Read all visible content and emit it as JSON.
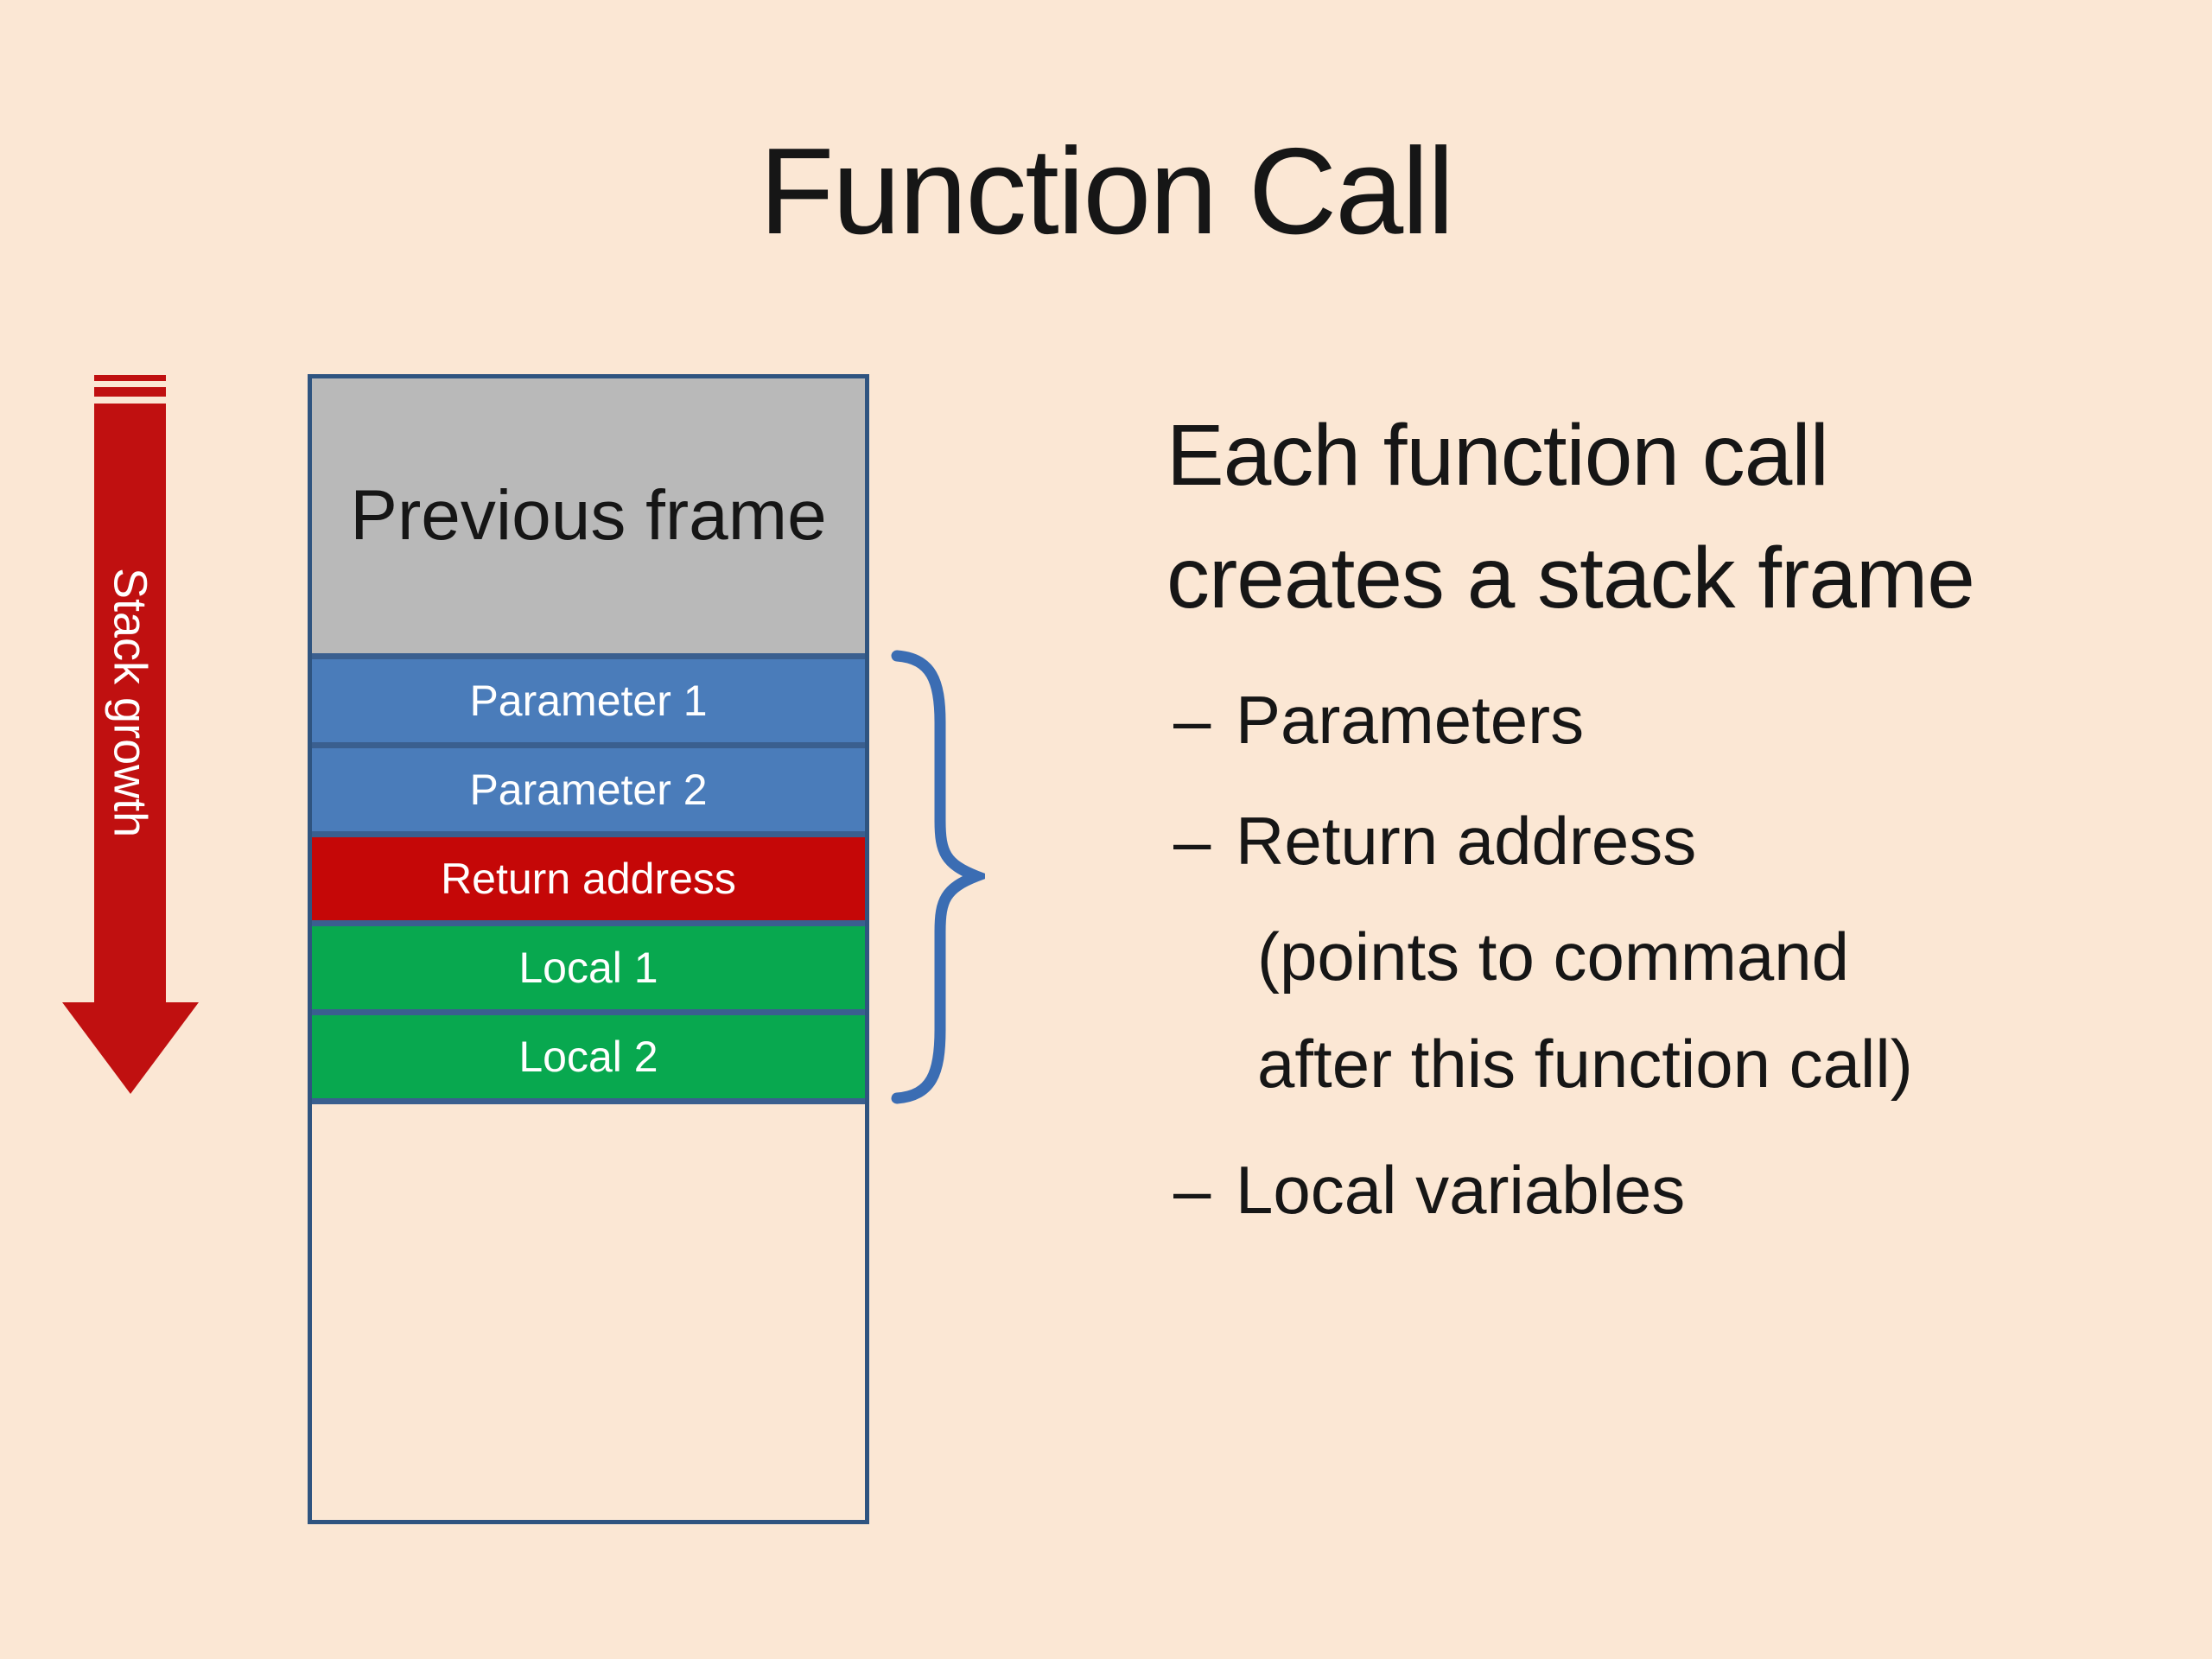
{
  "colors": {
    "background": "#fbe7d4",
    "text": "#161616",
    "row_text": "#ffffff",
    "previous_frame_fill": "#b9b9b9",
    "parameter_blue": "#4a7cba",
    "return_red": "#c50707",
    "local_green": "#08a84f",
    "box_border": "#2f5480",
    "row_border": "#3a5f8f",
    "brace_blue": "#3b6db3",
    "arrow_red": "#c01010"
  },
  "slide": {
    "title": "Function Call"
  },
  "diagram": {
    "arrow_label": "Stack growth",
    "previous_frame_label": "Previous frame",
    "rows": [
      {
        "label": "Parameter 1",
        "color": "#4a7cba"
      },
      {
        "label": "Parameter 2",
        "color": "#4a7cba"
      },
      {
        "label": "Return address",
        "color": "#c50707"
      },
      {
        "label": "Local 1",
        "color": "#08a84f"
      },
      {
        "label": "Local 2",
        "color": "#08a84f"
      }
    ]
  },
  "content": {
    "heading_lines": [
      "Each function call",
      "creates a stack frame"
    ],
    "bullets": [
      {
        "dash": "–",
        "label": "Parameters"
      },
      {
        "dash": "–",
        "label": "Return address"
      }
    ],
    "note_lines": [
      "(points to command",
      "after this function call)"
    ],
    "final_bullet": {
      "dash": "–",
      "label": "Local variables"
    }
  }
}
